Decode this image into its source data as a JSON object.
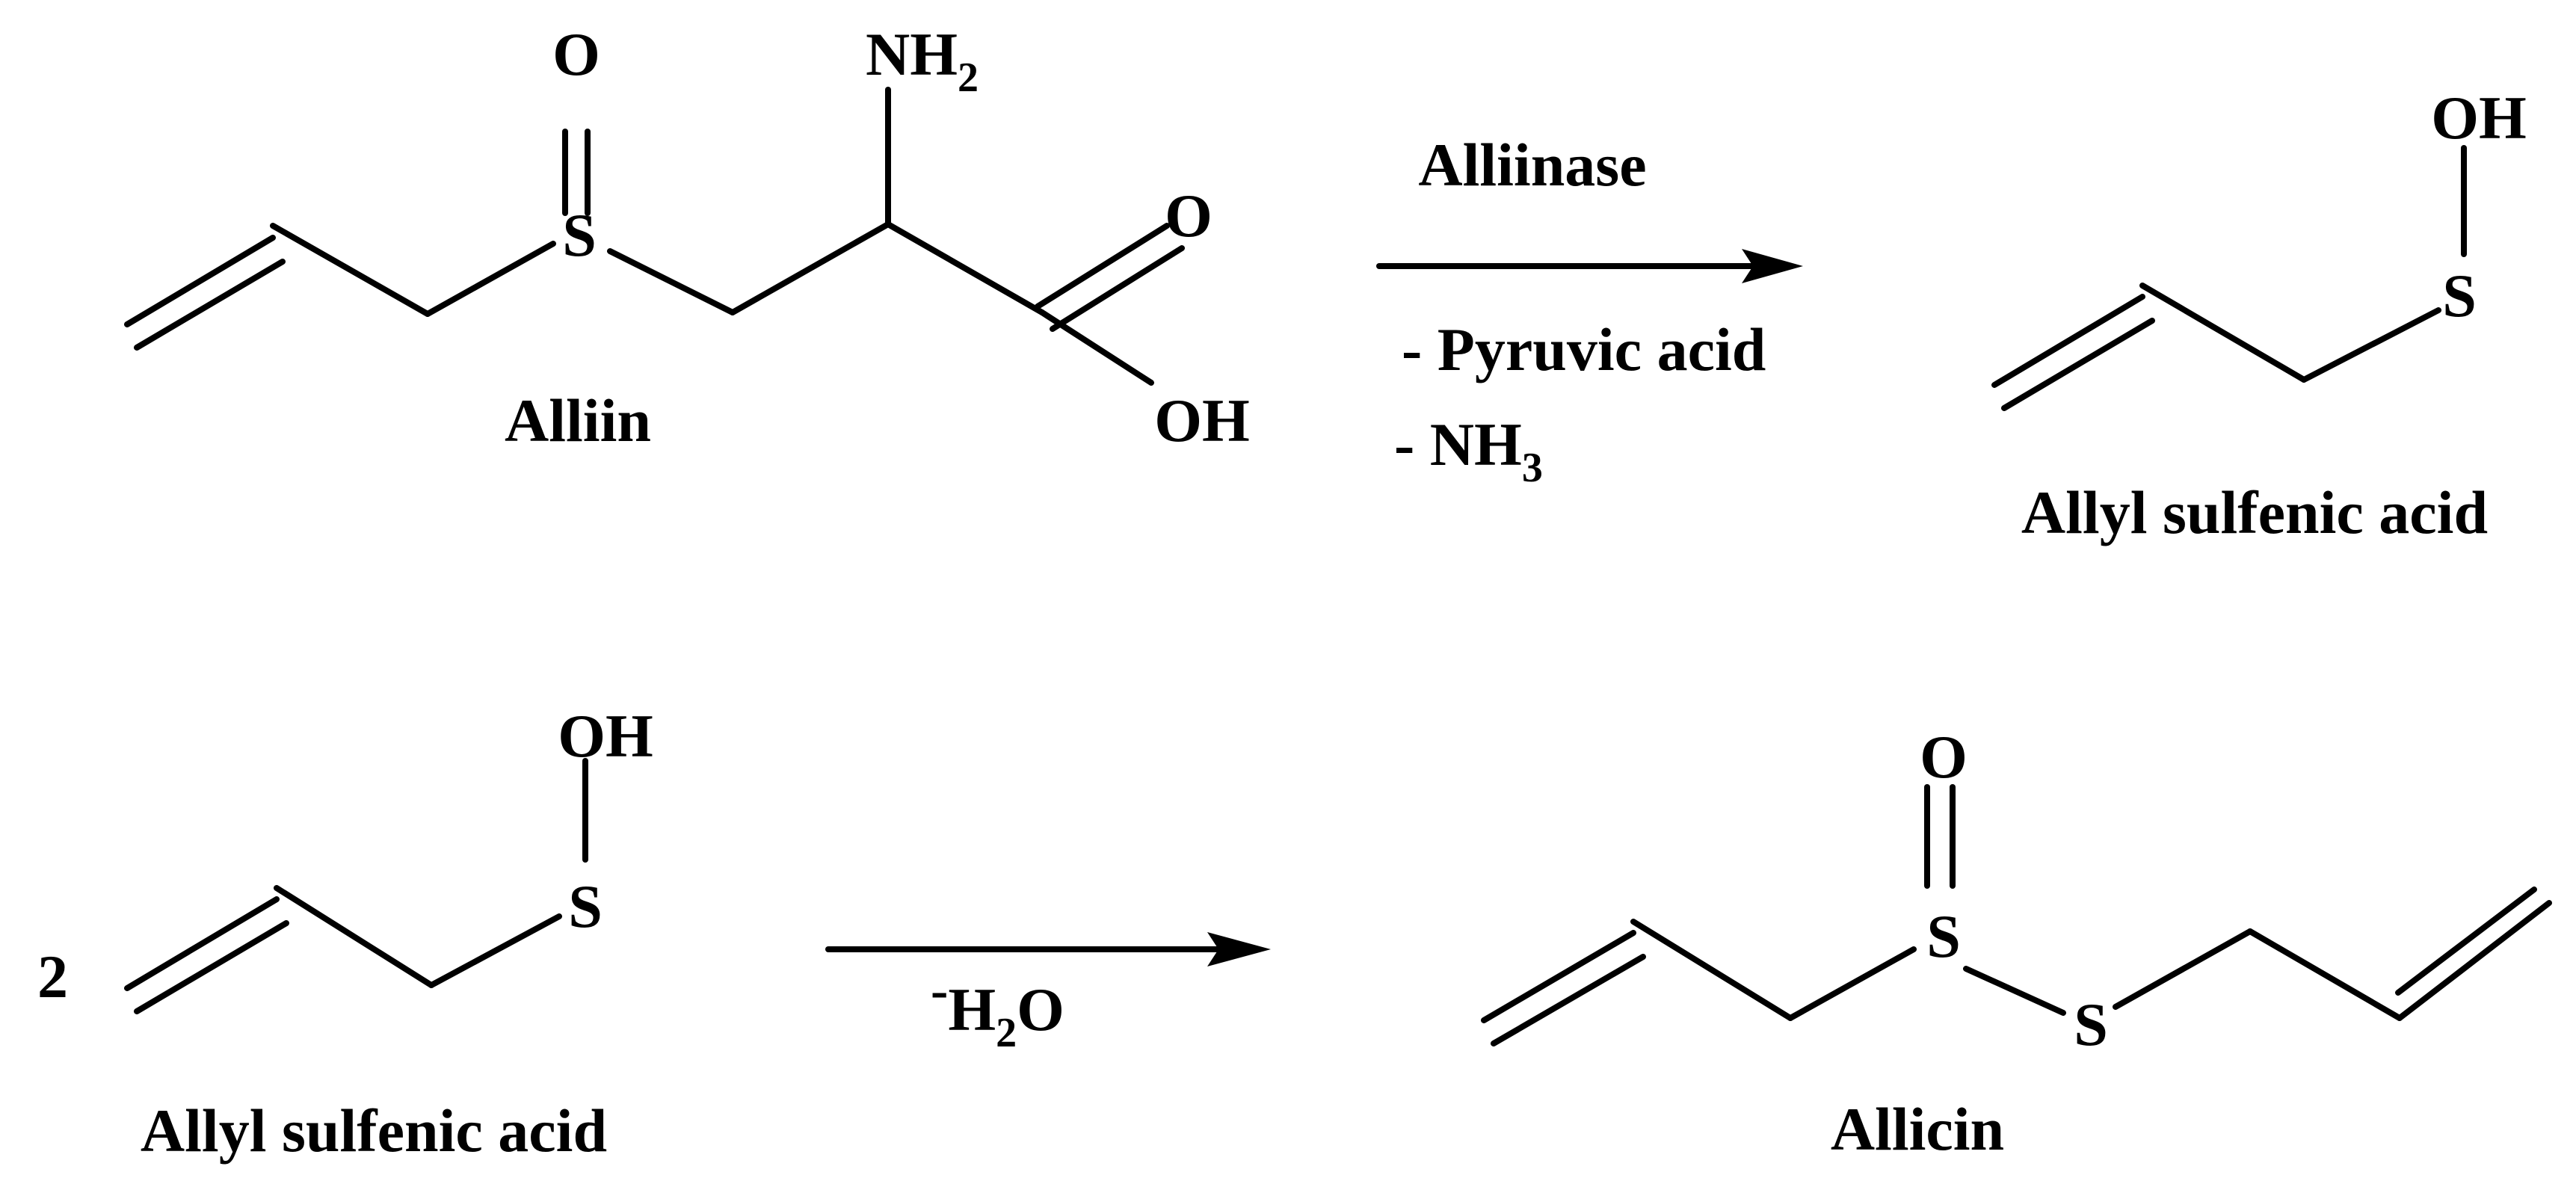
{
  "reaction1": {
    "reactant": {
      "name": "Alliin",
      "atoms": {
        "o_sulfoxide": "O",
        "s": "S",
        "nh2": "NH",
        "nh2_sub": "2",
        "o_carbonyl": "O",
        "oh": "OH"
      }
    },
    "arrow": {
      "enzyme": "Alliinase",
      "byproduct1": "- Pyruvic acid",
      "byproduct2": "- NH",
      "byproduct2_sub": "3"
    },
    "product": {
      "name": "Allyl sulfenic acid",
      "atoms": {
        "oh": "OH",
        "s": "S"
      }
    }
  },
  "reaction2": {
    "coefficient": "2",
    "reactant": {
      "name": "Allyl sulfenic acid",
      "atoms": {
        "oh": "OH",
        "s": "S"
      }
    },
    "arrow": {
      "byproduct_prefix": "-",
      "byproduct_h": "H",
      "byproduct_sub": "2",
      "byproduct_o": "O"
    },
    "product": {
      "name": "Allicin",
      "atoms": {
        "o_sulfoxide": "O",
        "s1": "S",
        "s2": "S"
      }
    }
  },
  "colors": {
    "ink": "#000000",
    "background": "#ffffff"
  }
}
